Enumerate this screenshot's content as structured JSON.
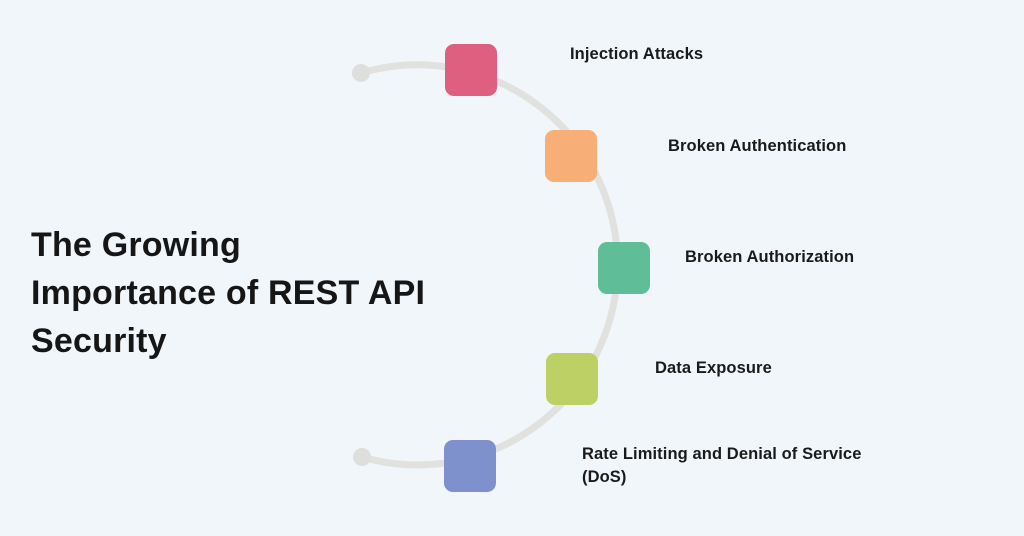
{
  "page": {
    "background": "#F1F6FB"
  },
  "title": {
    "lines": [
      "The Growing",
      "Importance of REST API",
      "Security"
    ],
    "color": "#161616"
  },
  "diagram": {
    "arc_color": "#E1E1DF",
    "dot_color": "#DEDEDC",
    "label_color": "#1A1A1A",
    "items": [
      {
        "label": "Injection Attacks",
        "color": "#DF5F80",
        "icon": "rounded-square-marker"
      },
      {
        "label": "Broken Authentication",
        "color": "#F7AF77",
        "icon": "rounded-square-marker"
      },
      {
        "label": "Broken Authorization",
        "color": "#5FBE97",
        "icon": "rounded-square-marker"
      },
      {
        "label": "Data Exposure",
        "color": "#BDD065",
        "icon": "rounded-square-marker"
      },
      {
        "label": "Rate Limiting and Denial of Service (DoS)",
        "color": "#7E91CD",
        "icon": "rounded-square-marker"
      }
    ]
  }
}
